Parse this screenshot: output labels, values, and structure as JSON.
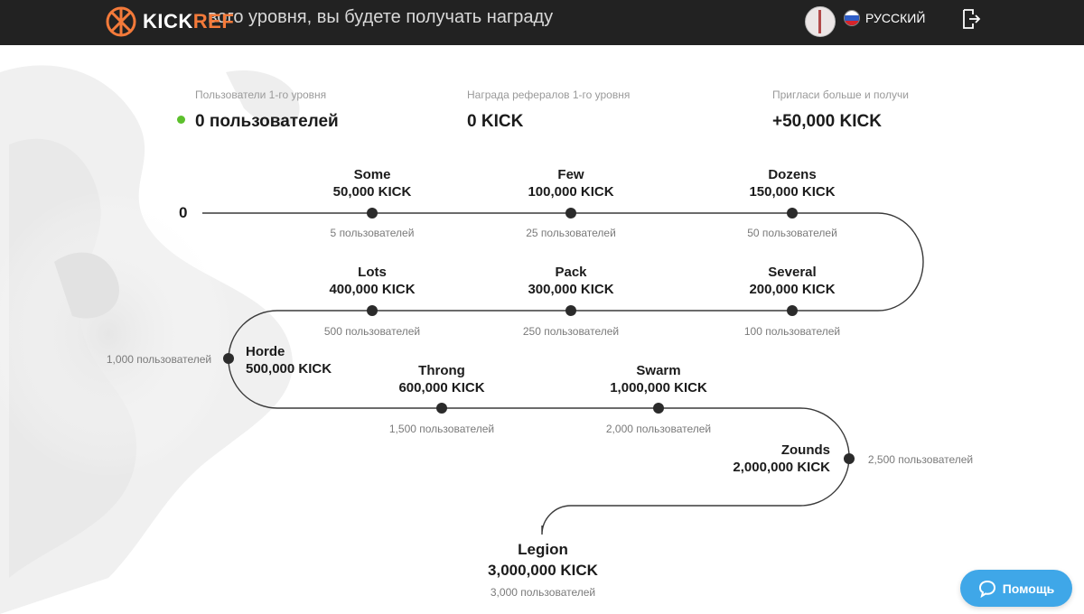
{
  "header": {
    "behind_text": "вого уровня, вы будете получать награду",
    "logo_icon": "kickref-wheel-icon",
    "logo_part1": "KICK",
    "logo_part2": "REF",
    "language": "РУССКИЙ",
    "language_flag": "russia-flag-icon",
    "logout_icon": "logout-icon"
  },
  "stats": [
    {
      "label": "Пользователи 1-го уровня",
      "value": "0 пользователей"
    },
    {
      "label": "Награда рефералов 1-го уровня",
      "value": "0 KICK"
    },
    {
      "label": "Пригласи больше и получи",
      "value": "+50,000 KICK"
    }
  ],
  "timeline": {
    "start": "0",
    "levels": [
      {
        "name": "Some",
        "amount": "50,000 KICK",
        "users": "5 пользователей"
      },
      {
        "name": "Few",
        "amount": "100,000 KICK",
        "users": "25 пользователей"
      },
      {
        "name": "Dozens",
        "amount": "150,000 KICK",
        "users": "50 пользователей"
      },
      {
        "name": "Several",
        "amount": "200,000 KICK",
        "users": "100 пользователей"
      },
      {
        "name": "Pack",
        "amount": "300,000 KICK",
        "users": "250 пользователей"
      },
      {
        "name": "Lots",
        "amount": "400,000 KICK",
        "users": "500 пользователей"
      },
      {
        "name": "Horde",
        "amount": "500,000 KICK",
        "users": "1,000 пользователей"
      },
      {
        "name": "Throng",
        "amount": "600,000 KICK",
        "users": "1,500 пользователей"
      },
      {
        "name": "Swarm",
        "amount": "1,000,000 KICK",
        "users": "2,000 пользователей"
      },
      {
        "name": "Zounds",
        "amount": "2,000,000 KICK",
        "users": "2,500 пользователей"
      },
      {
        "name": "Legion",
        "amount": "3,000,000 KICK",
        "users": "3,000 пользователей"
      }
    ]
  },
  "help": {
    "label": "Помощь",
    "icon": "chat-bubble-icon"
  },
  "colors": {
    "header_bg": "#222222",
    "brand_orange": "#f47a3a",
    "online_green": "#5cc02c",
    "help_blue": "#3fa7e8"
  }
}
